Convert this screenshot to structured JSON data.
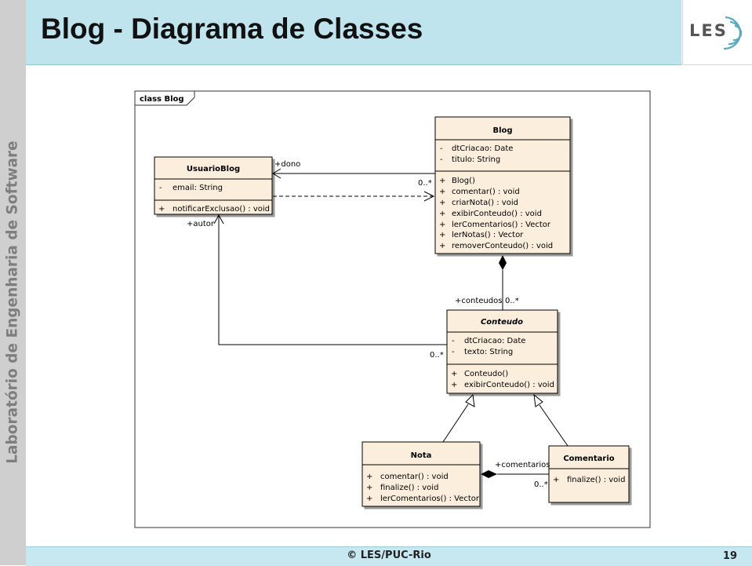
{
  "header": {
    "title": "Blog - Diagrama de Classes",
    "logo": "LES"
  },
  "sidebar": {
    "text": "Laboratório de Engenharia de Software"
  },
  "footer": {
    "copyright": "© LES/PUC-Rio",
    "page": "19"
  },
  "diagram": {
    "frame_label": "class Blog",
    "classes": {
      "usuario": {
        "name": "UsuarioBlog",
        "attributes": [
          "-",
          "email:  String"
        ],
        "operations": [
          [
            "+",
            "notificarExclusao() : void"
          ]
        ]
      },
      "blog": {
        "name": "Blog",
        "attributes": [
          [
            "-",
            "dtCriacao:  Date"
          ],
          [
            "-",
            "titulo:  String"
          ]
        ],
        "operations": [
          [
            "+",
            "Blog()"
          ],
          [
            "+",
            "comentar() : void"
          ],
          [
            "+",
            "criarNota() : void"
          ],
          [
            "+",
            "exibirConteudo() : void"
          ],
          [
            "+",
            "lerComentarios() : Vector"
          ],
          [
            "+",
            "lerNotas() : Vector"
          ],
          [
            "+",
            "removerConteudo() : void"
          ]
        ]
      },
      "conteudo": {
        "name": "Conteudo",
        "attributes": [
          [
            "-",
            "dtCriacao:  Date"
          ],
          [
            "-",
            "texto:  String"
          ]
        ],
        "operations": [
          [
            "+",
            "Conteudo()"
          ],
          [
            "+",
            "exibirConteudo() : void"
          ]
        ]
      },
      "nota": {
        "name": "Nota",
        "operations": [
          [
            "+",
            "comentar() : void"
          ],
          [
            "+",
            "finalize() : void"
          ],
          [
            "+",
            "lerComentarios() : Vector"
          ]
        ]
      },
      "comentario": {
        "name": "Comentario",
        "operations": [
          [
            "+",
            "finalize() : void"
          ]
        ]
      }
    },
    "labels": {
      "dono": "+dono",
      "autor": "+autor",
      "conteudos": "+conteudos",
      "comentarios": "+comentarios",
      "mult_blog_dono": "0..*",
      "mult_conteudos": "0..*",
      "mult_autor": "0..*",
      "mult_comentarios": "0..*"
    },
    "colors": {
      "class_fill": "#fbeedd",
      "shadow": "#b3b3b3",
      "line": "#000000"
    }
  }
}
